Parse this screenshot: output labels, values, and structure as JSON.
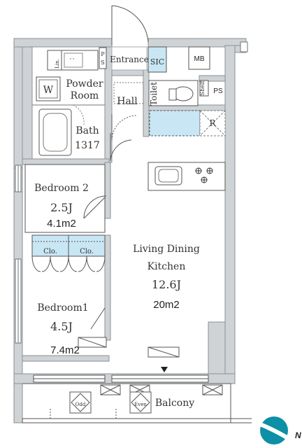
{
  "rooms": {
    "entrance": "Entrance",
    "sic": "SIC",
    "mb": "MB",
    "ps_top": "PS",
    "ps_right": "PS",
    "lin": "Lin.",
    "powder_room_1": "Powder",
    "powder_room_2": "Room",
    "washer": "W",
    "hall": "Hall",
    "toilet": "Toilet",
    "shelf": "Shelf",
    "refrigerator": "R",
    "bath": "Bath",
    "bath_size": "1317",
    "bedroom2": "Bedroom 2",
    "bedroom2_size_j": "2.5J",
    "bedroom2_size_m2": "4.1m2",
    "closet_left": "Clo.",
    "closet_right": "Clo.",
    "ldk_1": "Living Dining",
    "ldk_2": "Kitchen",
    "ldk_size_j": "12.6J",
    "ldk_size_m2": "20m2",
    "bedroom1": "Bedroom1",
    "bedroom1_size_j": "4.5J",
    "bedroom1_size_m2": "7.4m2",
    "balcony": "Balcony",
    "odd": "Odd",
    "even": "Even"
  },
  "compass": {
    "label": "N"
  },
  "colors": {
    "wall": "#cfd3d6",
    "wall_stroke": "#8a9095",
    "sic_fill": "#c9e6f4",
    "closet_fill": "#c9e6f4",
    "compass": "#0d8fa6"
  }
}
